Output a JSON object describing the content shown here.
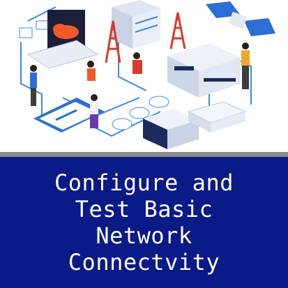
{
  "course": {
    "title_lines": [
      "Configure and",
      "Test Basic",
      "Network",
      "Connectvity"
    ]
  },
  "illustration": {
    "description_icons": [
      "laptop-cloud-icon",
      "server-rack-icon",
      "cell-tower-icon",
      "satellite-icon",
      "smartphone-icon",
      "wifi-icon",
      "router-icon",
      "data-center-icon",
      "person-icon"
    ]
  },
  "colors": {
    "banner": "#0a1a86",
    "divider": "#8a8a8a",
    "accent_cloud": "#f05a28",
    "accent_blue": "#2b6fd6",
    "tower_red": "#d93a2b"
  }
}
